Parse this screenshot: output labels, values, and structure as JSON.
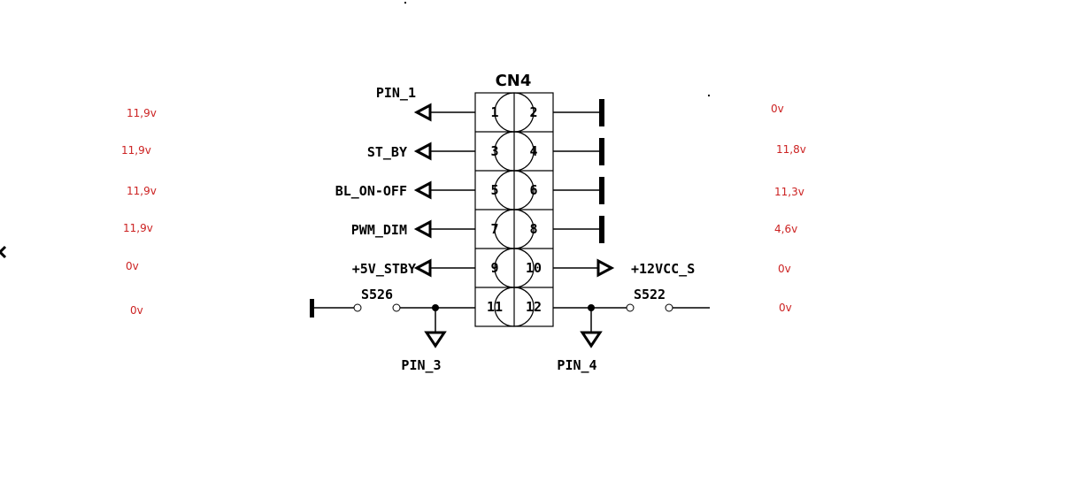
{
  "connector": {
    "name": "CN4",
    "pins": [
      {
        "left": "1",
        "right": "2"
      },
      {
        "left": "3",
        "right": "4"
      },
      {
        "left": "5",
        "right": "6"
      },
      {
        "left": "7",
        "right": "8"
      },
      {
        "left": "9",
        "right": "10"
      },
      {
        "left": "11",
        "right": "12"
      }
    ]
  },
  "nets": {
    "left": [
      "PIN_1",
      "ST_BY",
      "BL_ON-OFF",
      "PWM_DIM",
      "+5V_STBY"
    ],
    "right_10": "+12VCC_S"
  },
  "switches": {
    "left_label": "S526",
    "right_label": "S522"
  },
  "grounds": {
    "left_label": "PIN_3",
    "right_label": "PIN_4"
  },
  "measurements": {
    "left": [
      "11,9v",
      "11,9v",
      "11,9v",
      "11,9v",
      "0v",
      "0v"
    ],
    "right": [
      "0v",
      "11,8v",
      "11,3v",
      "4,6v",
      "0v",
      "0v"
    ]
  },
  "colors": {
    "wire": "#000000",
    "measurement": "#cc2222"
  }
}
